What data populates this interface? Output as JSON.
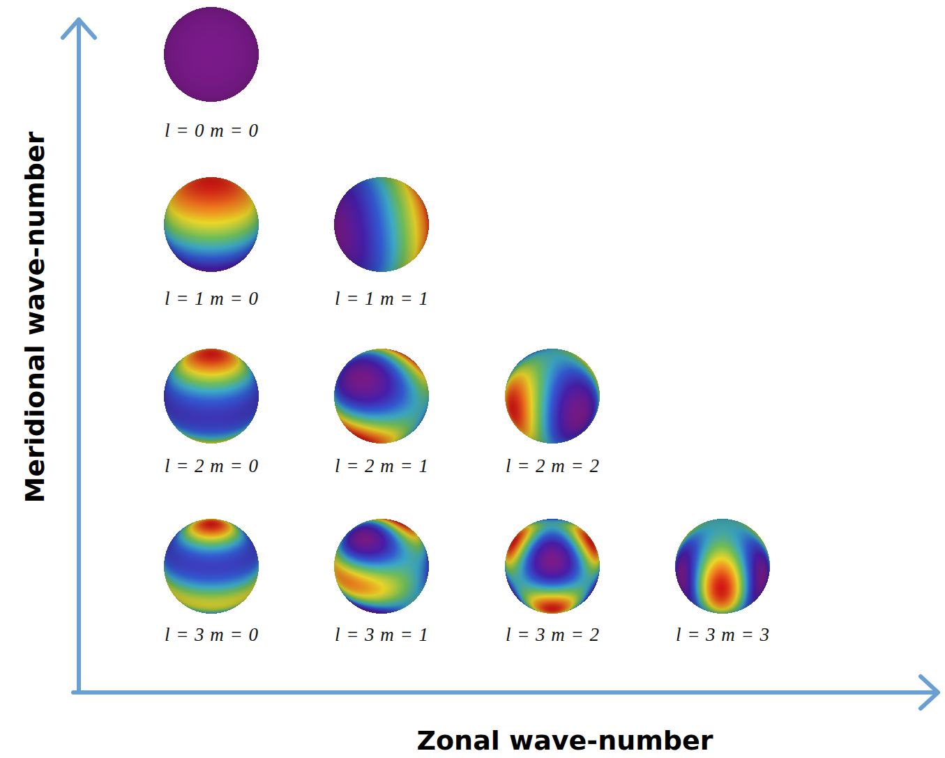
{
  "diagram": {
    "labels": [
      "Meridional wave-number",
      "Zonal wave-number",
      "l = 0 m = 0",
      "l = 1 m = 0",
      "l = 1 m = 1",
      "l = 2 m = 0",
      "l = 2 m = 1",
      "l = 2 m = 2",
      "l = 3 m = 0",
      "l = 3 m = 1",
      "l = 3 m = 2",
      "l = 3 m = 3"
    ]
  }
}
